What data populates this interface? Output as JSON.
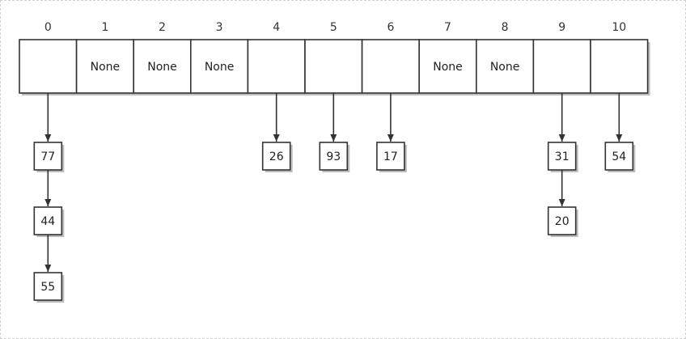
{
  "slots": [
    {
      "index": "0",
      "value": "",
      "chain": [
        "77",
        "44",
        "55"
      ]
    },
    {
      "index": "1",
      "value": "None",
      "chain": []
    },
    {
      "index": "2",
      "value": "None",
      "chain": []
    },
    {
      "index": "3",
      "value": "None",
      "chain": []
    },
    {
      "index": "4",
      "value": "",
      "chain": [
        "26"
      ]
    },
    {
      "index": "5",
      "value": "",
      "chain": [
        "93"
      ]
    },
    {
      "index": "6",
      "value": "",
      "chain": [
        "17"
      ]
    },
    {
      "index": "7",
      "value": "None",
      "chain": []
    },
    {
      "index": "8",
      "value": "None",
      "chain": []
    },
    {
      "index": "9",
      "value": "",
      "chain": [
        "31",
        "20"
      ]
    },
    {
      "index": "10",
      "value": "",
      "chain": [
        "54"
      ]
    }
  ],
  "colors": {
    "stroke": "#333333",
    "shadow": "#bdbdbd",
    "text": "#222222"
  }
}
